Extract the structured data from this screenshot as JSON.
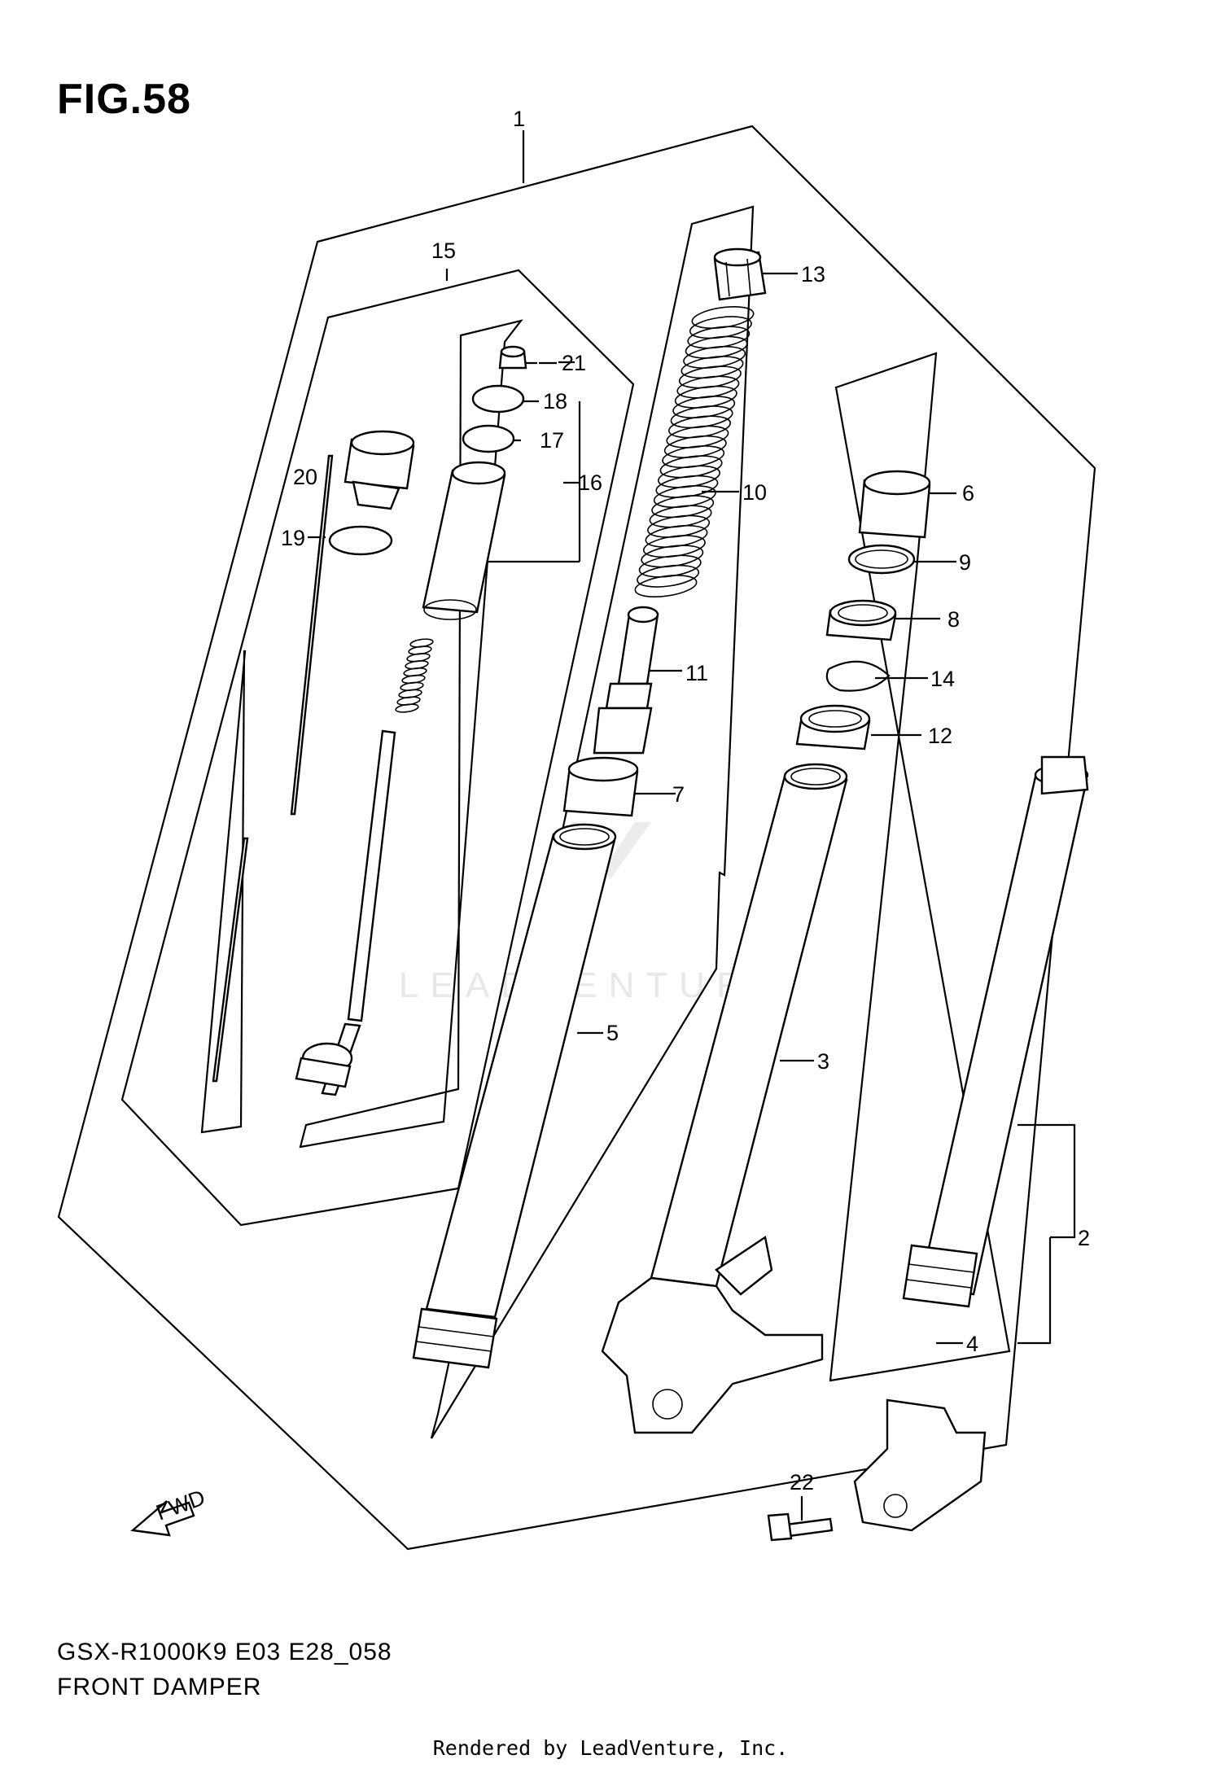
{
  "figure": {
    "title": "FIG.58"
  },
  "captions": {
    "model": "GSX-R1000K9 E03 E28_058",
    "name": "FRONT DAMPER"
  },
  "footer": "Rendered by LeadVenture, Inc.",
  "watermark": "LEADVENTURE",
  "fwd_label": "FWD",
  "callouts": [
    "1",
    "2",
    "3",
    "4",
    "5",
    "6",
    "7",
    "8",
    "9",
    "10",
    "11",
    "12",
    "13",
    "14",
    "15",
    "16",
    "17",
    "18",
    "19",
    "20",
    "21",
    "22"
  ]
}
